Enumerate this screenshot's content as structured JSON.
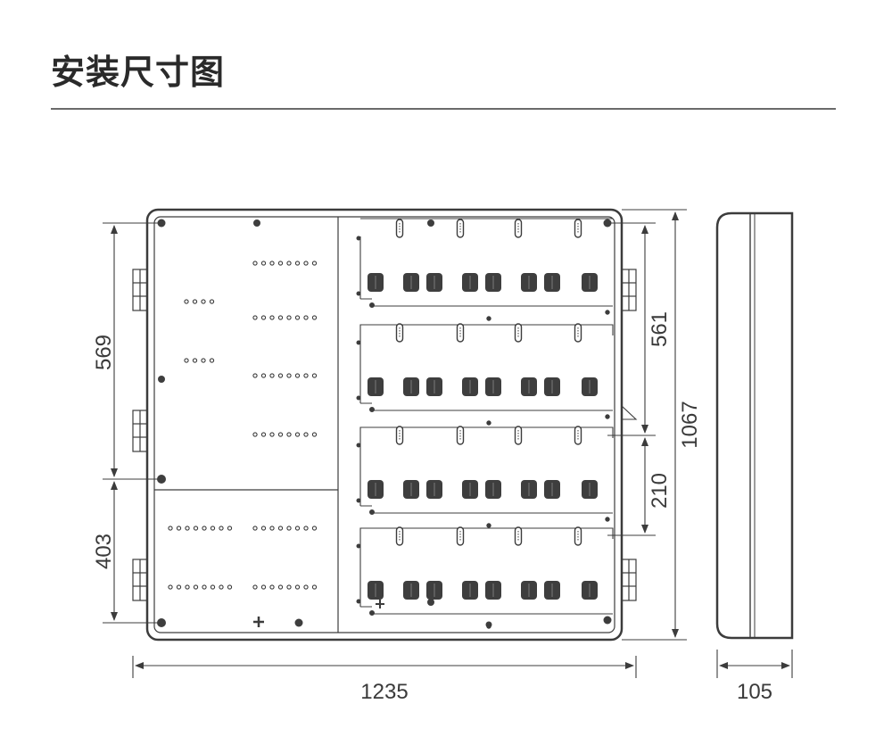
{
  "header": {
    "title": "安装尺寸图"
  },
  "dimensions": {
    "width": "1235",
    "depth": "105",
    "height": "1067",
    "left_upper": "569",
    "left_lower": "403",
    "right_upper": "561",
    "right_middle": "210"
  },
  "colors": {
    "line": "#3c3c3c",
    "ink": "#2a2a2a",
    "rule": "#6a6a6a",
    "fill_dark": "#3e3e3e"
  }
}
